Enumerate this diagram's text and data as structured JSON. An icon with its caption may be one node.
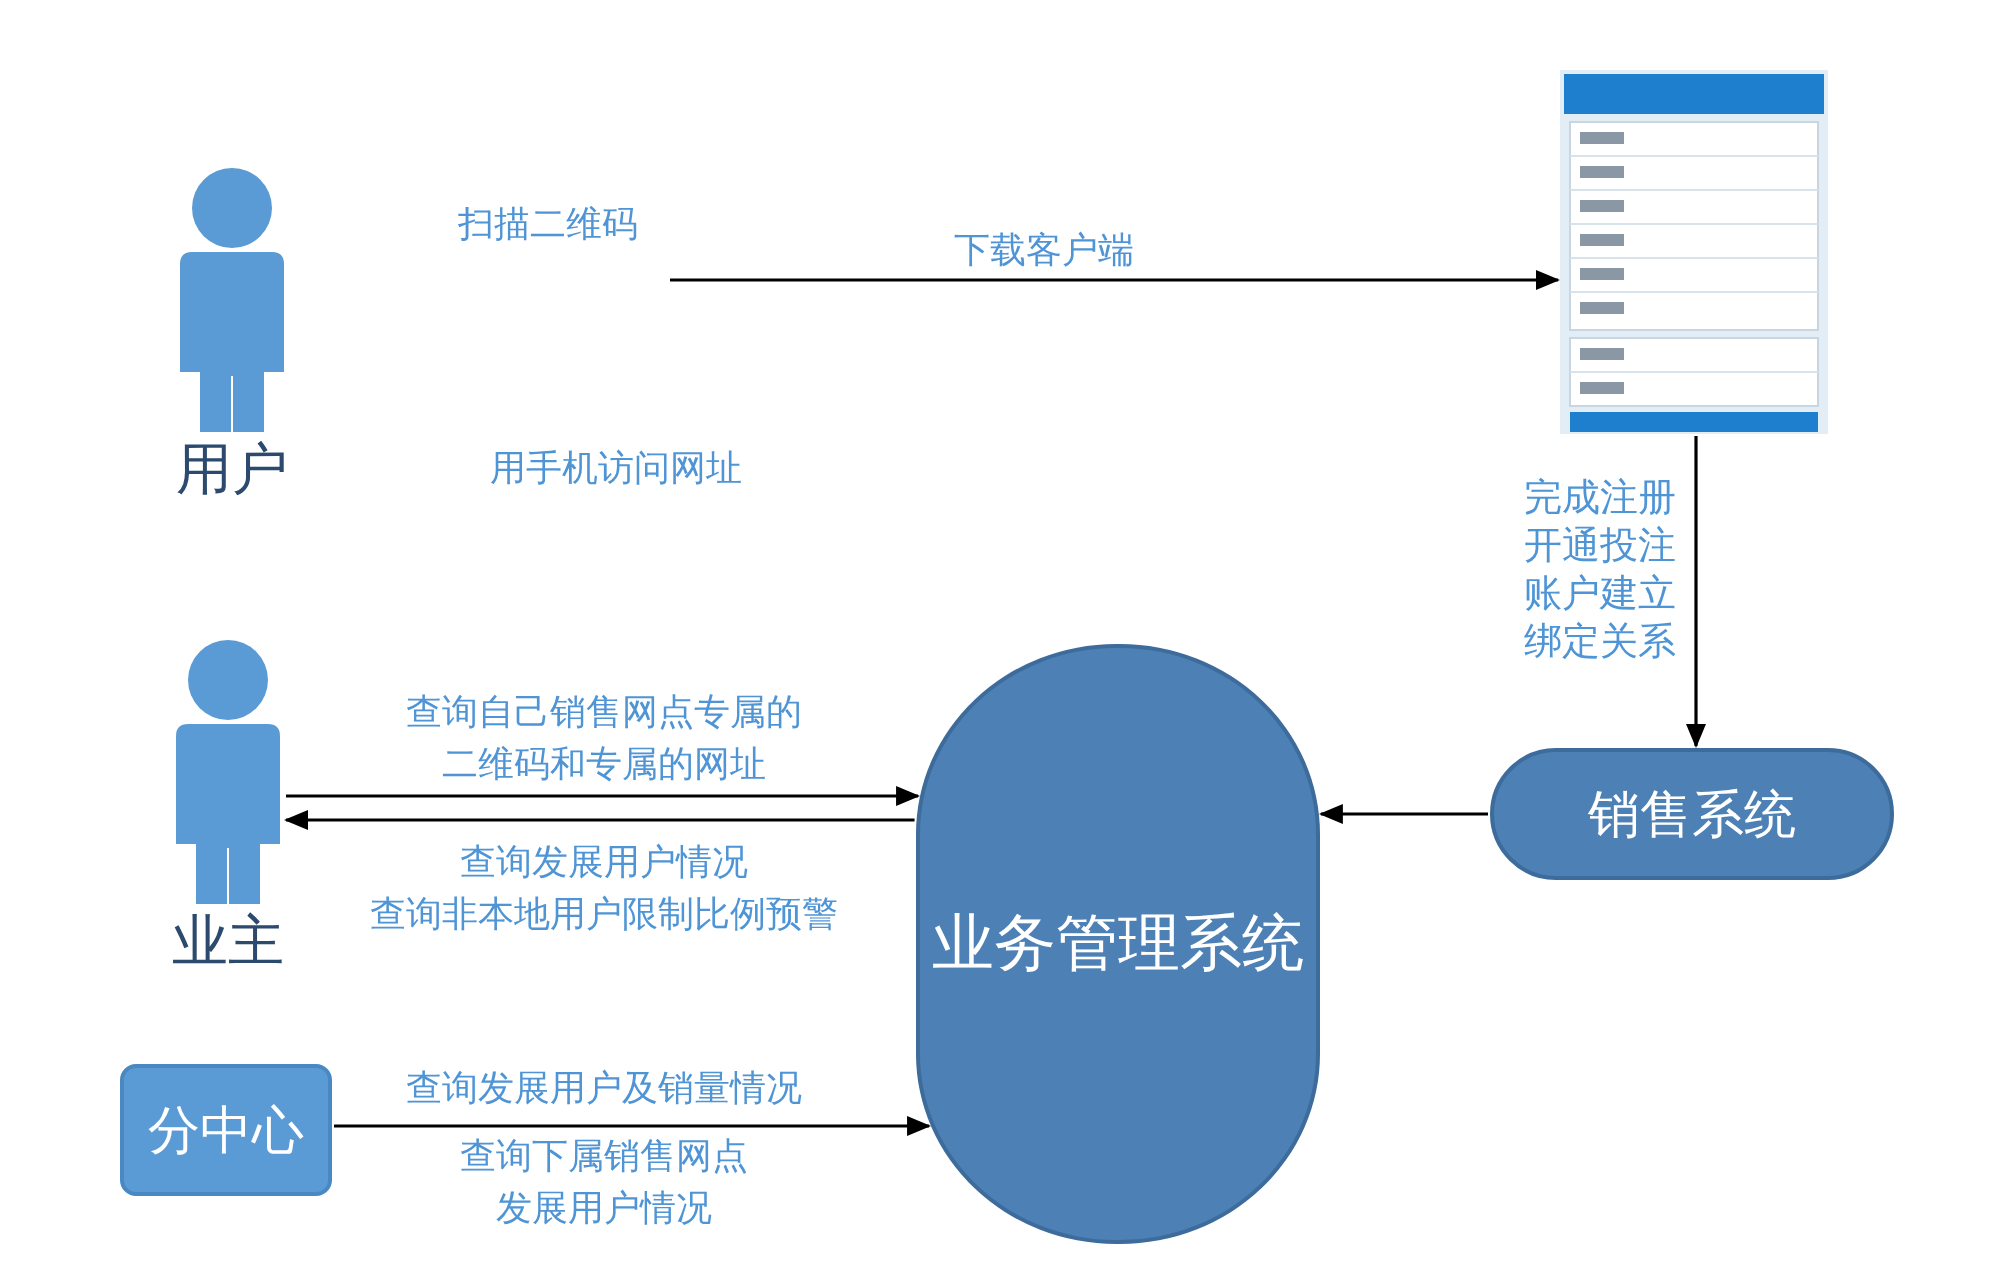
{
  "diagram": {
    "nodes": [
      {
        "text": [
          "用户"
        ]
      },
      {
        "text": [],
        "shape": "picture"
      },
      {
        "text": [
          "销售系统"
        ]
      },
      {
        "text": [
          "业务管理系统"
        ]
      },
      {
        "text": [
          "业主"
        ]
      },
      {
        "text": [
          "分中心"
        ]
      }
    ],
    "edges": [
      {
        "from": null,
        "to": 1,
        "arrow": "to",
        "label": "下载客户端"
      },
      {
        "from": 1,
        "to": 2,
        "arrow": "to",
        "label": "完成注册开通投注账户建立绑定关系"
      },
      {
        "from": 2,
        "to": 3,
        "arrow": "to"
      },
      {
        "from": 4,
        "to": 3,
        "arrow": "to",
        "label": "查询自己销售网点专属的二维码和专属的网址"
      },
      {
        "from": 3,
        "to": 4,
        "arrow": "to",
        "label": "查询发展用户情况"
      },
      {
        "from": 5,
        "to": 3,
        "arrow": "to",
        "label": "查询发展用户及销量情况"
      }
    ],
    "labels": [
      "扫描二维码",
      "用手机访问网址",
      "查询非本地用户限制比例预警",
      "查询下属销售网点发展用户情况"
    ]
  }
}
